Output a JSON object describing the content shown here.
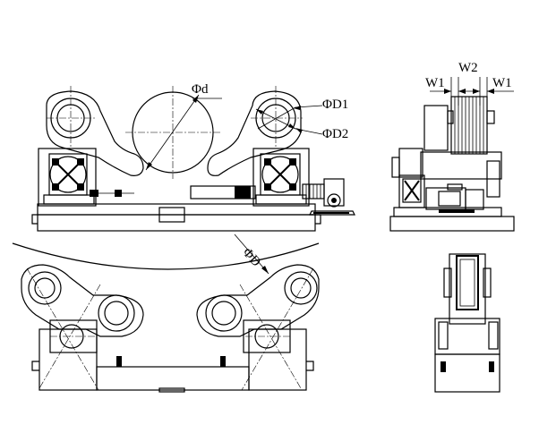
{
  "labels": {
    "d": "Φd",
    "D1": "ΦD1",
    "D2": "ΦD2",
    "D": "ΦD",
    "W1_left": "W1",
    "W2": "W2",
    "W1_right": "W1"
  },
  "colors": {
    "line": "#000000",
    "background": "#ffffff"
  }
}
